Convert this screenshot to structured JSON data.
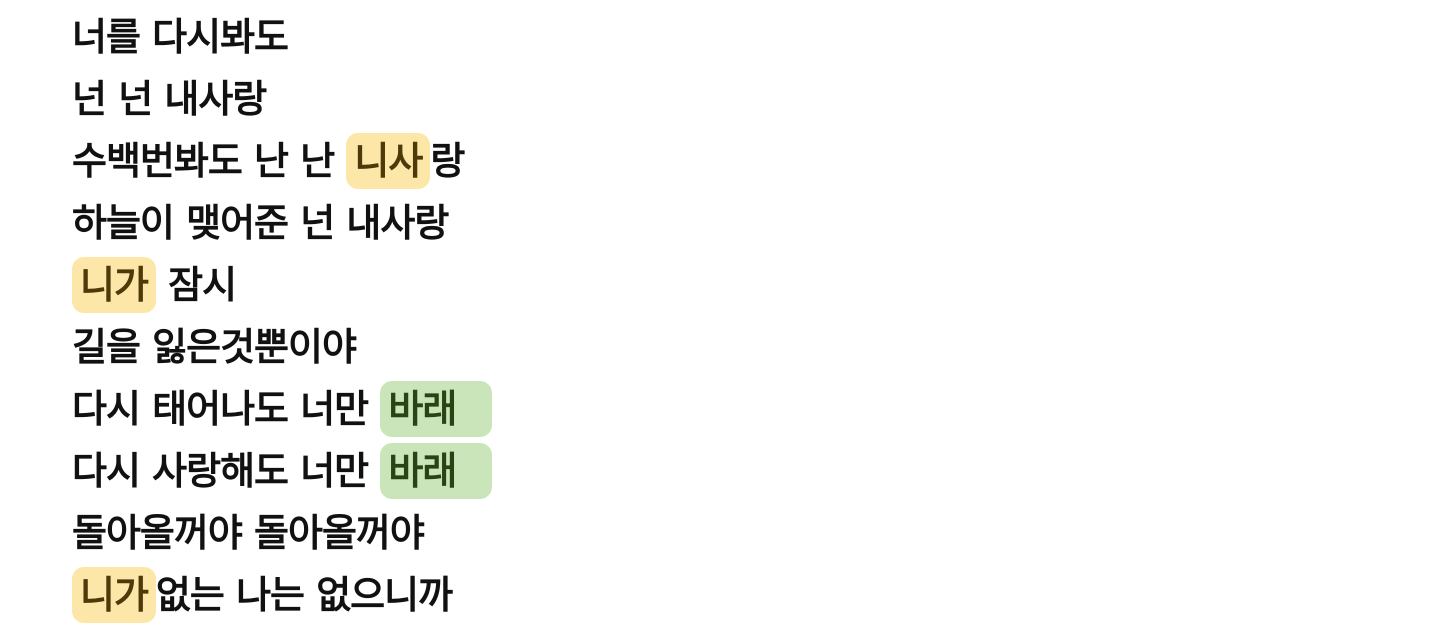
{
  "lyrics": [
    [
      {
        "text": "너를 다시봐도"
      }
    ],
    [
      {
        "text": "넌 넌 내사랑"
      }
    ],
    [
      {
        "text": "수백번봐도 난 난 "
      },
      {
        "text": "니사",
        "highlight": "yellow"
      },
      {
        "text": "랑"
      }
    ],
    [
      {
        "text": "하늘이 맺어준 넌 내사랑"
      }
    ],
    [
      {
        "text": "니가",
        "highlight": "yellow"
      },
      {
        "text": " 잠시"
      }
    ],
    [
      {
        "text": "길을 잃은것뿐이야"
      }
    ],
    [
      {
        "text": "다시 태어나도 너만 "
      },
      {
        "text": "바래",
        "highlight": "green"
      }
    ],
    [
      {
        "text": "다시 사랑해도 너만 "
      },
      {
        "text": "바래",
        "highlight": "green"
      }
    ],
    [
      {
        "text": "돌아올꺼야 돌아올꺼야"
      }
    ],
    [
      {
        "text": "니가",
        "highlight": "yellow"
      },
      {
        "text": "없는 나는 없으니까"
      }
    ]
  ],
  "colors": {
    "yellow": "#fde7a8",
    "green": "#c9e5b9"
  }
}
